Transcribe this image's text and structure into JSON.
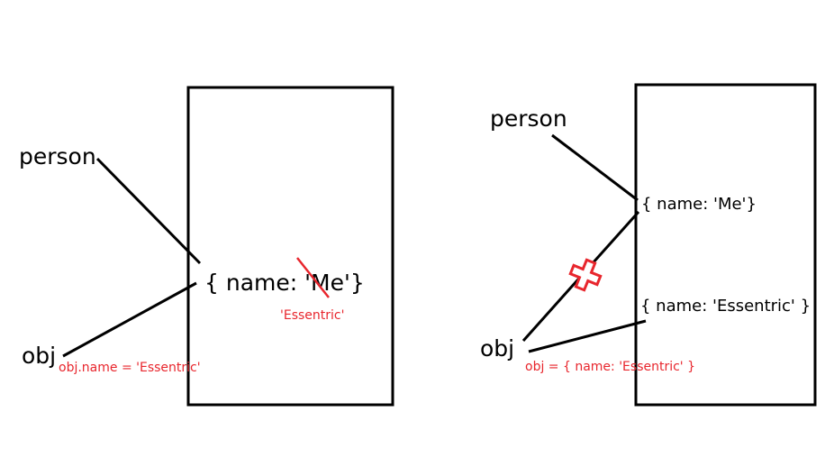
{
  "left": {
    "person_label": "person",
    "obj_label": "obj",
    "object_text": "{ name: 'Me'}",
    "replaced_value": "'Essentric'",
    "assignment": "obj.name = 'Essentric'"
  },
  "right": {
    "person_label": "person",
    "obj_label": "obj",
    "object_me_text": "{ name: 'Me'}",
    "object_essentric_text": "{ name: 'Essentric' }",
    "assignment": "obj = { name: 'Essentric' }"
  },
  "colors": {
    "ink": "#000000",
    "annotation": "#e8262d"
  },
  "icons": {
    "strike": "strike-through-line",
    "broken_reference": "red-cross-icon"
  }
}
